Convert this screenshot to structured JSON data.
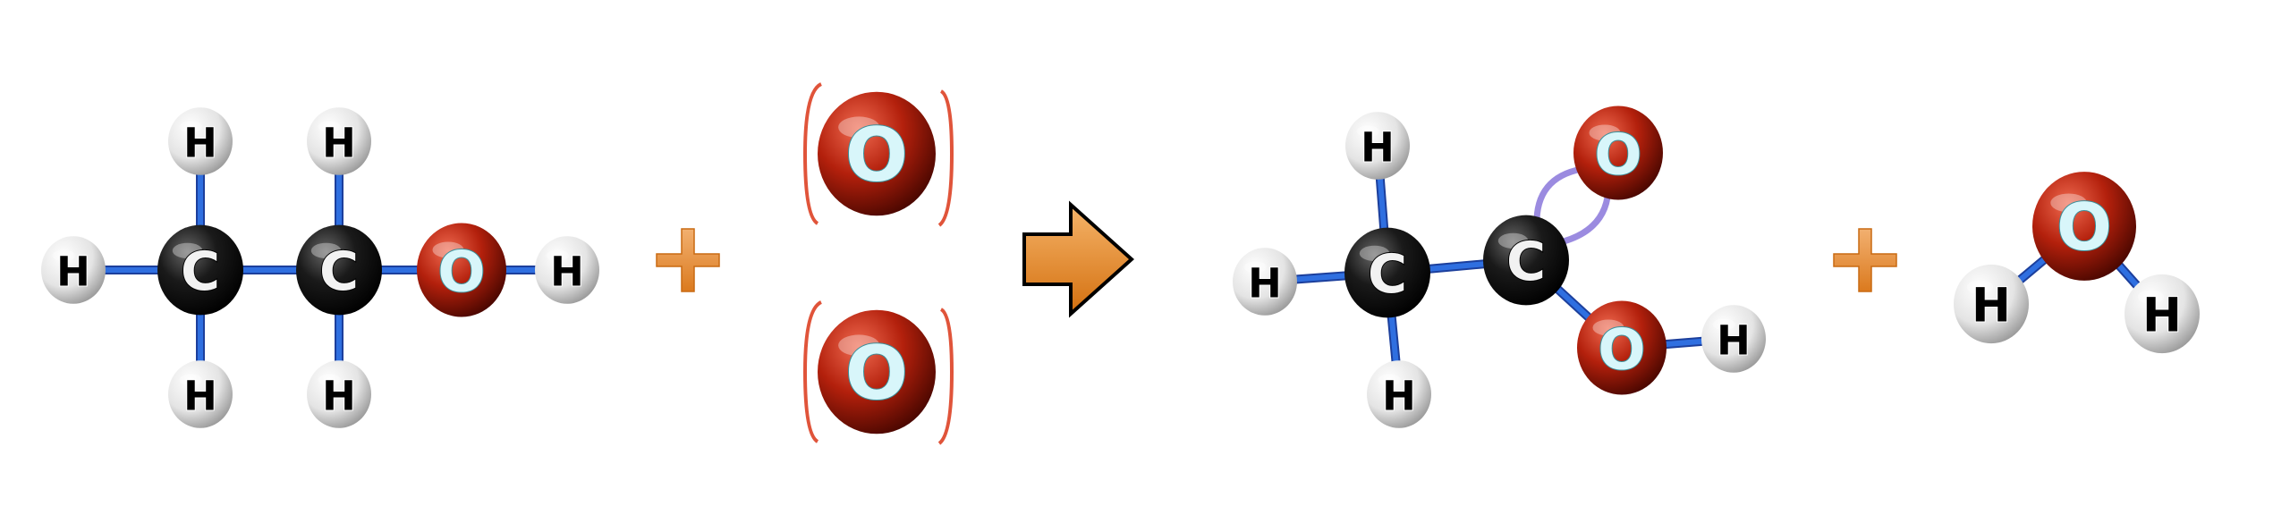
{
  "title": "Oxidation of ethanol to acetic acid",
  "symbols": {
    "H": "H",
    "C": "C",
    "O": "O"
  },
  "operators": {
    "plus": "+",
    "yields": "arrow-right-icon"
  },
  "colors": {
    "bond": "#2f6fe0",
    "double_bond": "#9b8be0",
    "carbon": "#111111",
    "oxygen": "#b3200c",
    "hydrogen": "#e6e6e6",
    "plus": "#e58a2e",
    "arrow": "#e08a25",
    "bracket": "#e0543a"
  },
  "reaction": {
    "reactants": [
      "ethanol",
      "oxygen",
      "oxygen"
    ],
    "products": [
      "acetic-acid",
      "water"
    ]
  }
}
